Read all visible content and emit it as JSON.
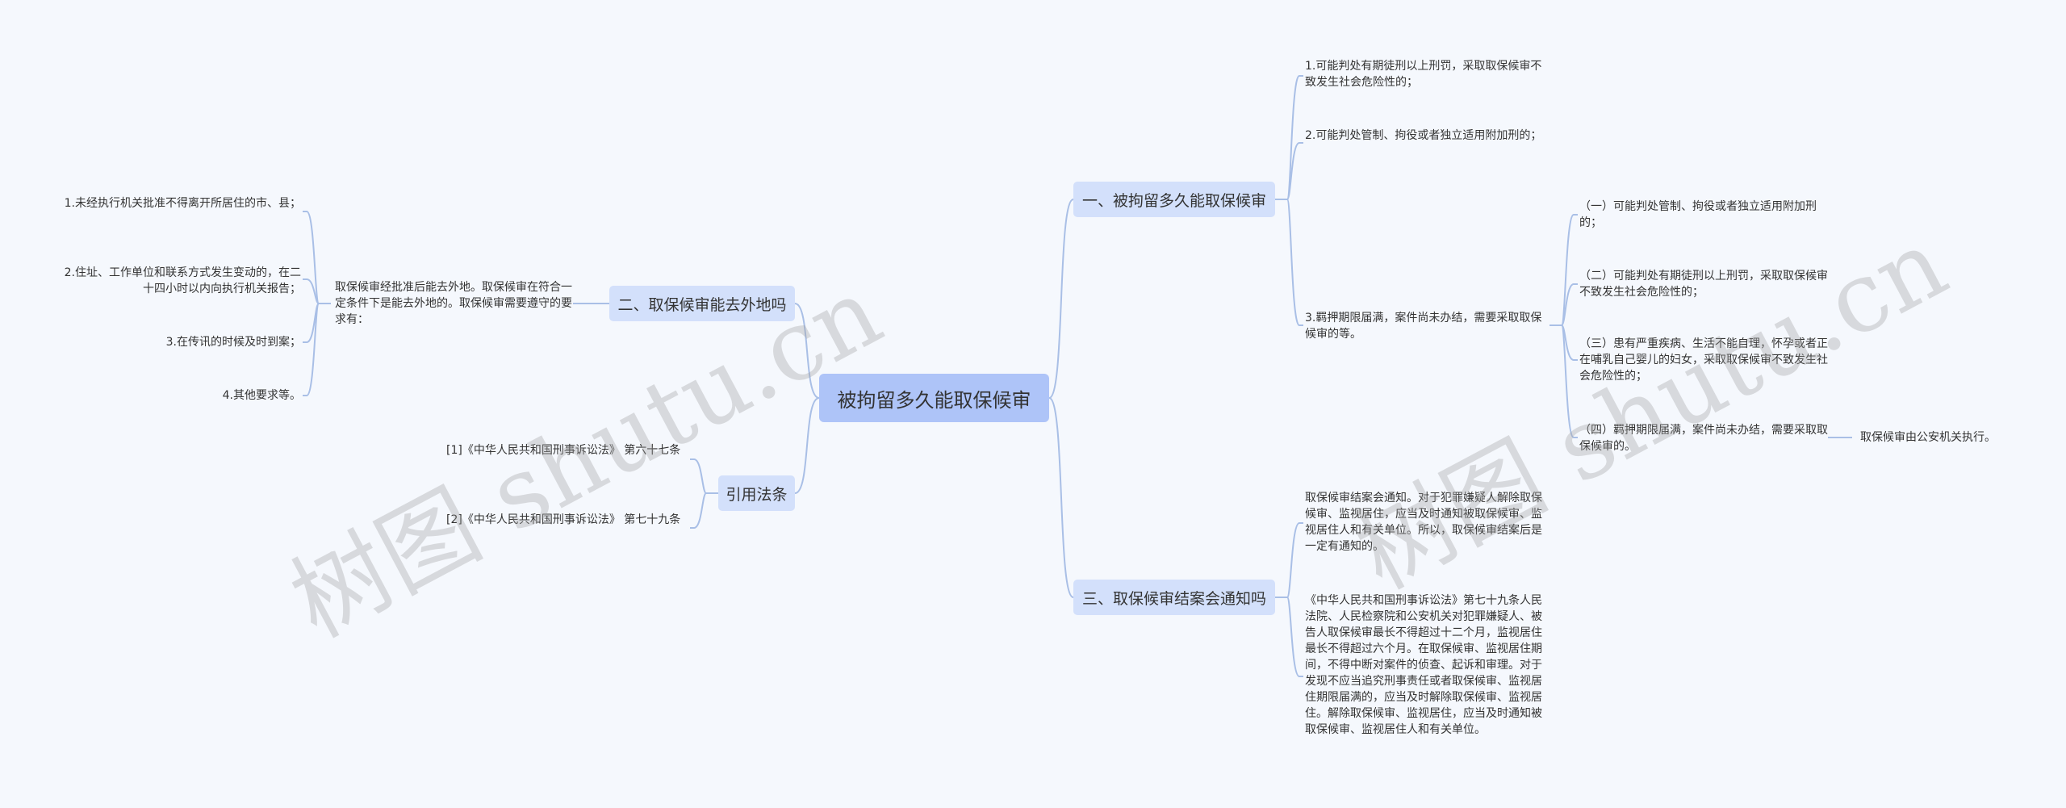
{
  "root": "被拘留多久能取保候审",
  "branches": {
    "b1": {
      "title": "一、被拘留多久能取保候审",
      "items": [
        "1.可能判处有期徒刑以上刑罚，采取取保候审不致发生社会危险性的；",
        "2.可能判处管制、拘役或者独立适用附加刑的；",
        "3.羁押期限届满，案件尚未办结，需要采取取保候审的等。"
      ],
      "sub_items": [
        "（一）可能判处管制、拘役或者独立适用附加刑的；",
        "（二）可能判处有期徒刑以上刑罚，采取取保候审不致发生社会危险性的；",
        "（三）患有严重疾病、生活不能自理，怀孕或者正在哺乳自己婴儿的妇女，采取取保候审不致发生社会危险性的；",
        "（四）羁押期限届满，案件尚未办结，需要采取取保候审的。"
      ],
      "sub_sub_item": "取保候审由公安机关执行。"
    },
    "b2": {
      "title": "二、取保候审能去外地吗",
      "mid": "取保候审经批准后能去外地。取保候审在符合一定条件下是能去外地的。取保候审需要遵守的要求有：",
      "items": [
        "1.未经执行机关批准不得离开所居住的市、县；",
        "2.住址、工作单位和联系方式发生变动的，在二十四小时以内向执行机关报告；",
        "3.在传讯的时候及时到案；",
        "4.其他要求等。"
      ]
    },
    "b3": {
      "title": "三、取保候审结案会通知吗",
      "items": [
        "取保候审结案会通知。对于犯罪嫌疑人解除取保候审、监视居住，应当及时通知被取保候审、监视居住人和有关单位。所以，取保候审结案后是一定有通知的。",
        "《中华人民共和国刑事诉讼法》第七十九条人民法院、人民检察院和公安机关对犯罪嫌疑人、被告人取保候审最长不得超过十二个月，监视居住最长不得超过六个月。在取保候审、监视居住期间，不得中断对案件的侦查、起诉和审理。对于发现不应当追究刑事责任或者取保候审、监视居住期限届满的，应当及时解除取保候审、监视居住。解除取保候审、监视居住，应当及时通知被取保候审、监视居住人和有关单位。"
      ]
    },
    "b4": {
      "title": "引用法条",
      "items": [
        "[1]《中华人民共和国刑事诉讼法》 第六十七条",
        "[2]《中华人民共和国刑事诉讼法》 第七十九条"
      ]
    }
  },
  "watermark": "树图 shutu.cn",
  "colors": {
    "root": "#aec4f8",
    "branch": "#d3e0fb",
    "line": "#a9bfe6",
    "bg": "#f5f8fd"
  }
}
